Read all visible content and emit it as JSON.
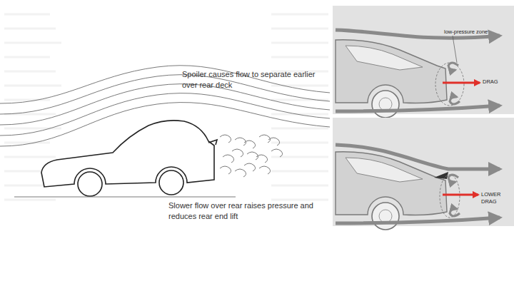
{
  "diagram": {
    "labels": [
      "Spoiler causes flow to separate earlier over rear deck",
      "Slower flow over rear raises pressure and reduces rear end lift",
      "low-pressure zone",
      "DRAG",
      "LOWER DRAG"
    ]
  }
}
